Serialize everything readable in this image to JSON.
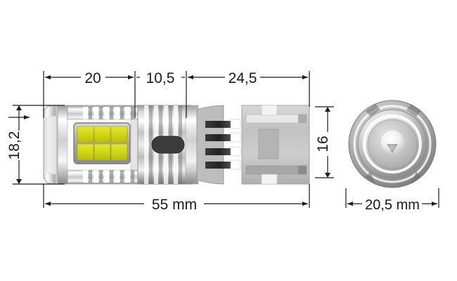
{
  "drawing": {
    "title": "LED bulb dimensional drawing",
    "background_color": "#ffffff",
    "line_color": "#1a1a1a",
    "views": {
      "side": "side-view",
      "end": "end-view"
    },
    "dimensions": {
      "top": [
        {
          "label": "20",
          "unit": "mm",
          "value": 20
        },
        {
          "label": "10,5",
          "unit": "mm",
          "value": 10.5
        },
        {
          "label": "24,5",
          "unit": "mm",
          "value": 24.5
        }
      ],
      "left": {
        "label": "18,2",
        "unit": "mm",
        "value": 18.2
      },
      "right": {
        "label": "16",
        "unit": "mm",
        "value": 16
      },
      "bottom": {
        "label": "55 mm",
        "unit": "mm",
        "value": 55
      },
      "bottom_right": {
        "label": "20,5 mm",
        "unit": "mm",
        "value": 20.5
      }
    },
    "colors": {
      "led_phosphor": "#d4d815",
      "led_phosphor_dark": "#b9bd12",
      "metal_light": "#ffffff",
      "metal_mid": "#b8b8b8",
      "metal_dark": "#6e6e6e",
      "contact_dark": "#2b2b2b",
      "body_gray": "#c9c9c9"
    },
    "components": {
      "lens_cap": "lens-cap",
      "led_board": "led-board",
      "led_chip_count": 6,
      "heatsink": "heatsink-fins",
      "slot": "heatsink-slot",
      "wedge_base": "wedge-base",
      "contacts": 4
    }
  }
}
